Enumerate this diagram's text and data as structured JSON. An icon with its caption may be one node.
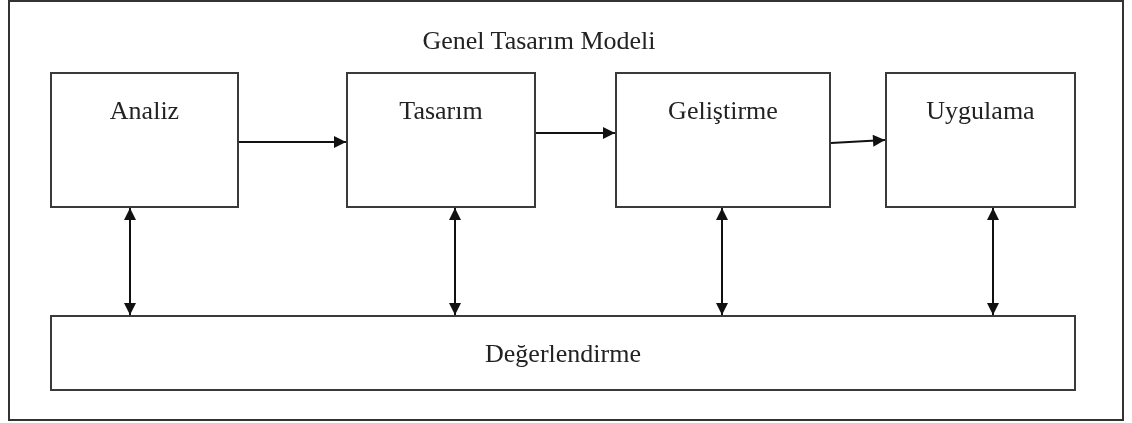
{
  "diagram": {
    "title": "Genel Tasarım Modeli",
    "nodes": [
      {
        "text": [
          "Analiz"
        ]
      },
      {
        "text": [
          "Tasarım"
        ]
      },
      {
        "text": [
          "Geliştirme"
        ]
      },
      {
        "text": [
          "Uygulama"
        ]
      },
      {
        "text": [
          "Değerlendirme"
        ]
      }
    ],
    "edges": [
      {
        "from": 0,
        "to": 1,
        "arrow": "to"
      },
      {
        "from": 1,
        "to": 2,
        "arrow": "to"
      },
      {
        "from": 2,
        "to": 3,
        "arrow": "to"
      },
      {
        "from": 0,
        "to": 4,
        "arrow": "both"
      },
      {
        "from": 1,
        "to": 4,
        "arrow": "both"
      },
      {
        "from": 2,
        "to": 4,
        "arrow": "both"
      },
      {
        "from": 3,
        "to": 4,
        "arrow": "both"
      }
    ]
  }
}
